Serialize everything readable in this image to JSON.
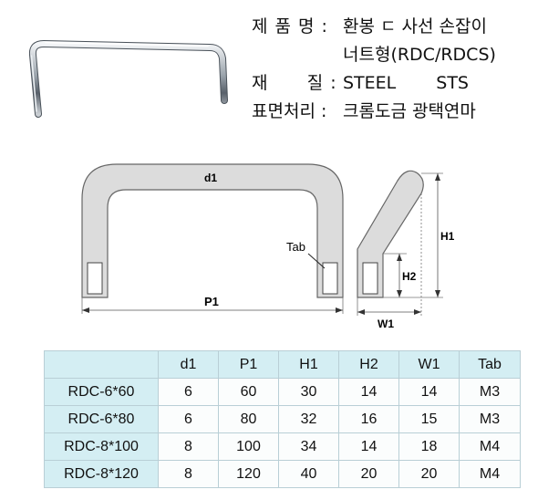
{
  "spec": {
    "rows": [
      {
        "label": "제 품 명 :",
        "value": "환봉 ㄷ 사선 손잡이"
      },
      {
        "label": "",
        "value": "너트형(RDC/RDCS)"
      },
      {
        "label": "재      질 :",
        "value": "STEEL",
        "value2": "STS"
      },
      {
        "label": "표면처리 :",
        "value": "크롬도금 광택연마"
      }
    ]
  },
  "drawing": {
    "d1": "d1",
    "p1": "P1",
    "tab": "Tab",
    "h1": "H1",
    "h2": "H2",
    "w1": "W1"
  },
  "table": {
    "headers": [
      "",
      "d1",
      "P1",
      "H1",
      "H2",
      "W1",
      "Tab"
    ],
    "rows": [
      [
        "RDC-6*60",
        "6",
        "60",
        "30",
        "14",
        "14",
        "M3"
      ],
      [
        "RDC-6*80",
        "6",
        "80",
        "32",
        "16",
        "15",
        "M3"
      ],
      [
        "RDC-8*100",
        "8",
        "100",
        "34",
        "14",
        "18",
        "M4"
      ],
      [
        "RDC-8*120",
        "8",
        "120",
        "40",
        "20",
        "20",
        "M4"
      ]
    ]
  },
  "colors": {
    "header_bg": "#d4eef3",
    "border": "#b9cfd6",
    "part_fill": "#dcdcdc"
  }
}
